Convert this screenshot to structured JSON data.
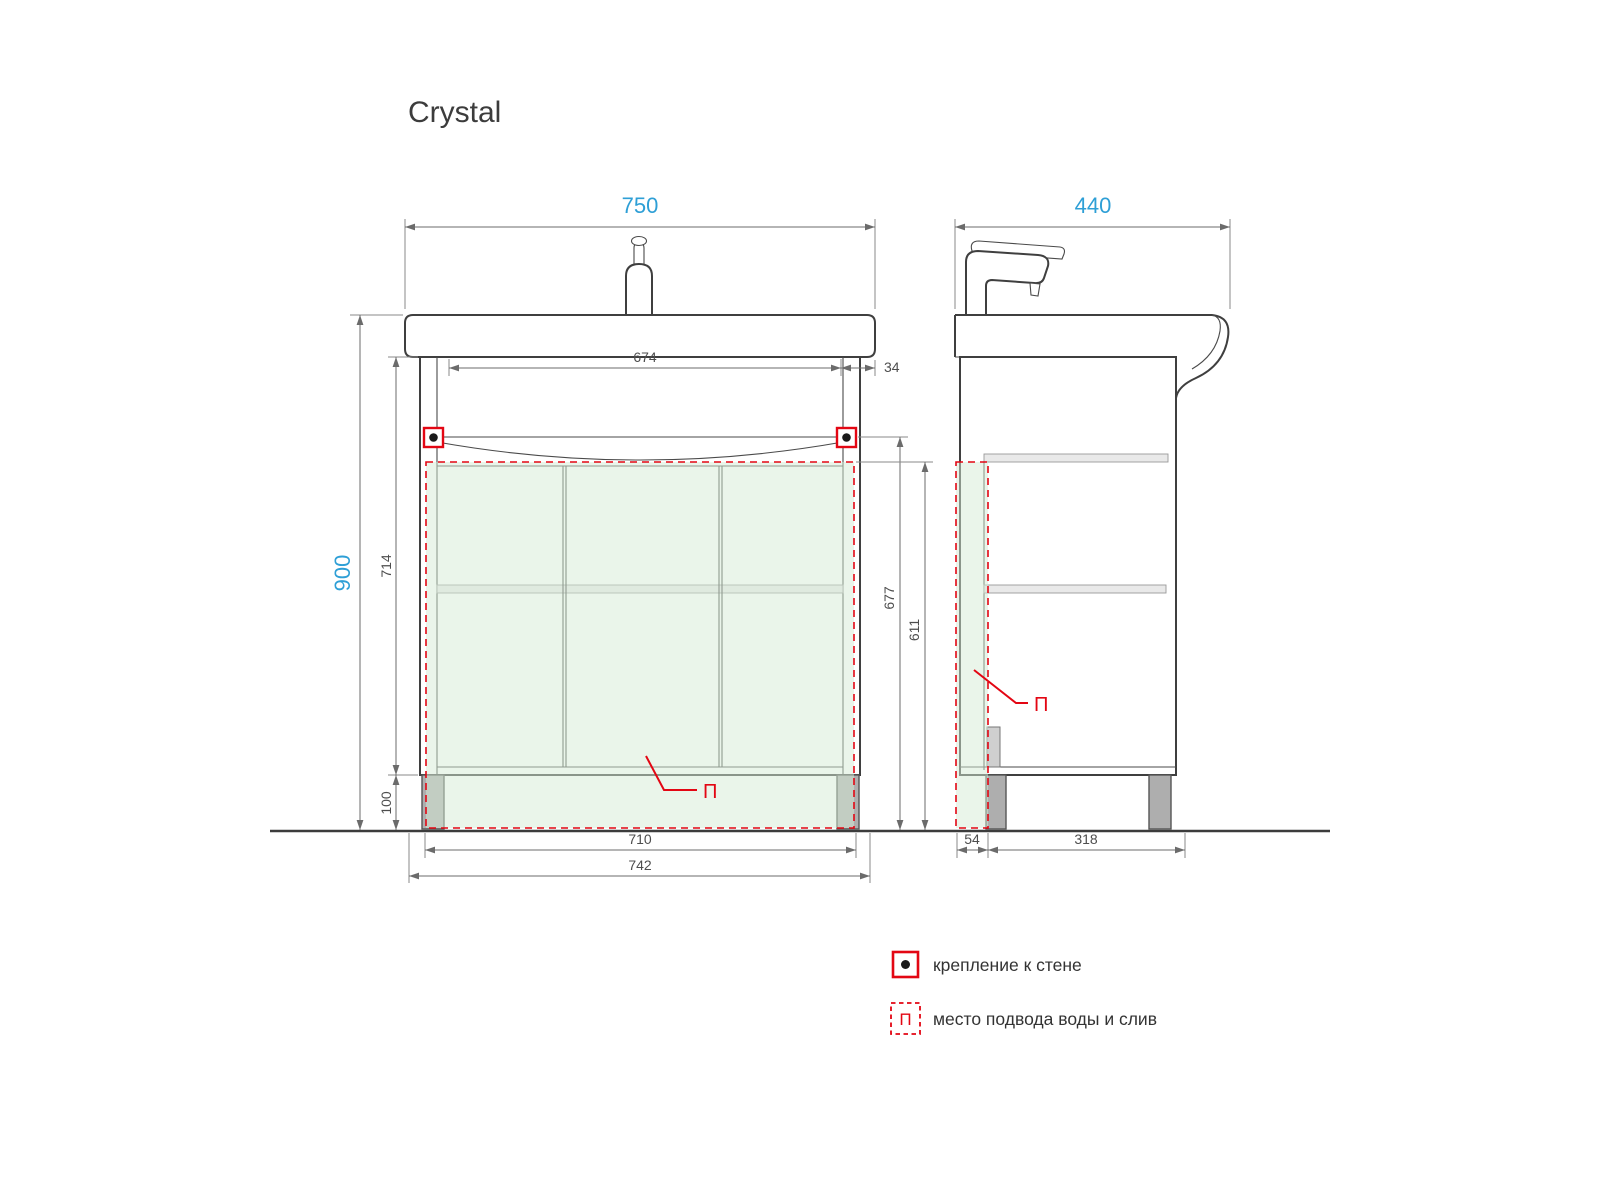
{
  "title": "Crystal",
  "front_view": {
    "dim_width_top": "750",
    "dim_height_total": "900",
    "dim_basin_width": "674",
    "dim_side_gap": "34",
    "dim_cabinet_height": "714",
    "dim_leg_height": "100",
    "dim_mount_height": "677",
    "dim_supply_height": "611",
    "dim_plinth_width": "710",
    "dim_cabinet_width": "742",
    "supply_label": "П"
  },
  "side_view": {
    "dim_depth_top": "440",
    "dim_back_gap": "54",
    "dim_base_depth": "318",
    "supply_label": "П"
  },
  "legend": {
    "items": [
      {
        "symbol": "",
        "label": "крепление к стене"
      },
      {
        "symbol": "П",
        "label": "место подвода воды и слив"
      }
    ]
  },
  "colors": {
    "dimension_accent_blue": "#2e9fd6",
    "highlight_red": "#e30613",
    "supply_zone_green": "#e9f4ea",
    "line_gray": "#6b6b6b",
    "drawing_dark": "#3f3f3f"
  }
}
